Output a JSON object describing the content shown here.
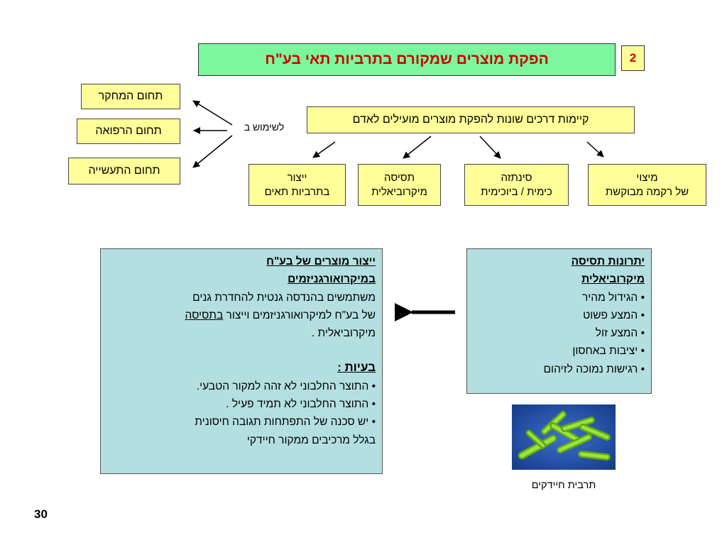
{
  "slide": {
    "title": "הפקת מוצרים שמקורם בתרביות תאי בע\"ח",
    "slide_number": "2",
    "page_number": "30"
  },
  "fields": [
    "תחום המחקר",
    "תחום הרפואה",
    "תחום התעשייה"
  ],
  "usage_label": "לשימוש ב",
  "methods_header": "קיימות דרכים שונות להפקת מוצרים מועילים לאדם",
  "methods": [
    {
      "line1": "מיצוי",
      "line2": "של רקמה מבוקשת"
    },
    {
      "line1": "סינתזה",
      "line2": "כימית / ביוכימית"
    },
    {
      "line1": "תסיסה",
      "line2": "מיקרוביאלית"
    },
    {
      "line1": "ייצור",
      "line2": "בתרביות תאים"
    }
  ],
  "advantages": {
    "heading_line1": "יתרונות תסיסה",
    "heading_line2": "מיקרוביאלית",
    "items": [
      "הגידול מהיר",
      "המצע פשוט",
      "המצע זול",
      "יציבות באחסון",
      "רגישות נמוכה לזיהום"
    ]
  },
  "production": {
    "heading_line1": "ייצור מוצרים של בע\"ח",
    "heading_line2": "במיקרואורגניזמים",
    "body_line1": "משתמשים בהנדסה גנטית להחדרת גנים",
    "body_line2_pre": "של בע\"ח למיקרואורגניזמים וייצור ",
    "body_line2_underlined": "בתסיסה",
    "body_line3": "מיקרוביאלית .",
    "problems_heading": "בעיות :",
    "problems": [
      "התוצר החלבוני לא זהה למקור הטבעי.",
      "התוצר החלבוני לא תמיד פעיל  .",
      "יש סכנה של התפתחות תגובה חיסונית"
    ],
    "problems_tail": "בגלל מרכיבים ממקור חיידקי"
  },
  "image_caption": "תרבית חיידקים",
  "colors": {
    "title_bg": "#7cf79e",
    "title_text": "#cc0000",
    "box_yellow": "#ffff99",
    "panel_blue": "#b4dfe0",
    "bacteria_bg": "#1f4ea8",
    "bacteria_green": "#7ed321"
  }
}
